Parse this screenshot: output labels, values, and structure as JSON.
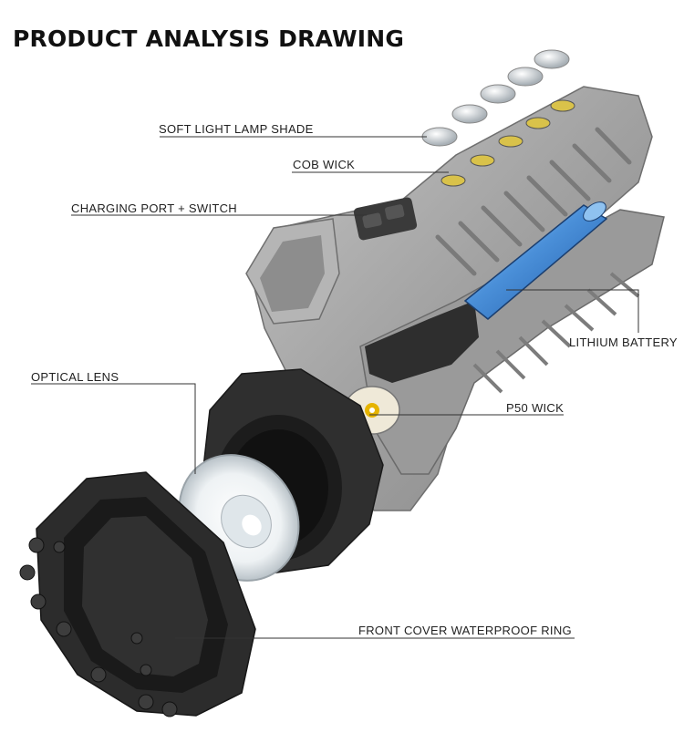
{
  "title": "PRODUCT ANALYSIS DRAWING",
  "labels": {
    "soft_light_lamp_shade": "SOFT LIGHT LAMP SHADE",
    "cob_wick": "COB WICK",
    "charging_port_switch": "CHARGING PORT + SWITCH",
    "lithium_battery": "LITHIUM BATTERY",
    "optical_lens": "OPTICAL LENS",
    "p50_wick": "P50 WICK",
    "front_cover_waterproof_ring": "FRONT COVER WATERPROOF RING"
  },
  "colors": {
    "body_gray": "#a9a9a9",
    "body_dark_gray": "#7e7e7e",
    "cover_black": "#2b2b2b",
    "battery_blue": "#4a8fd8",
    "led_yellow": "#d9c24a",
    "leader_line": "#333333"
  }
}
